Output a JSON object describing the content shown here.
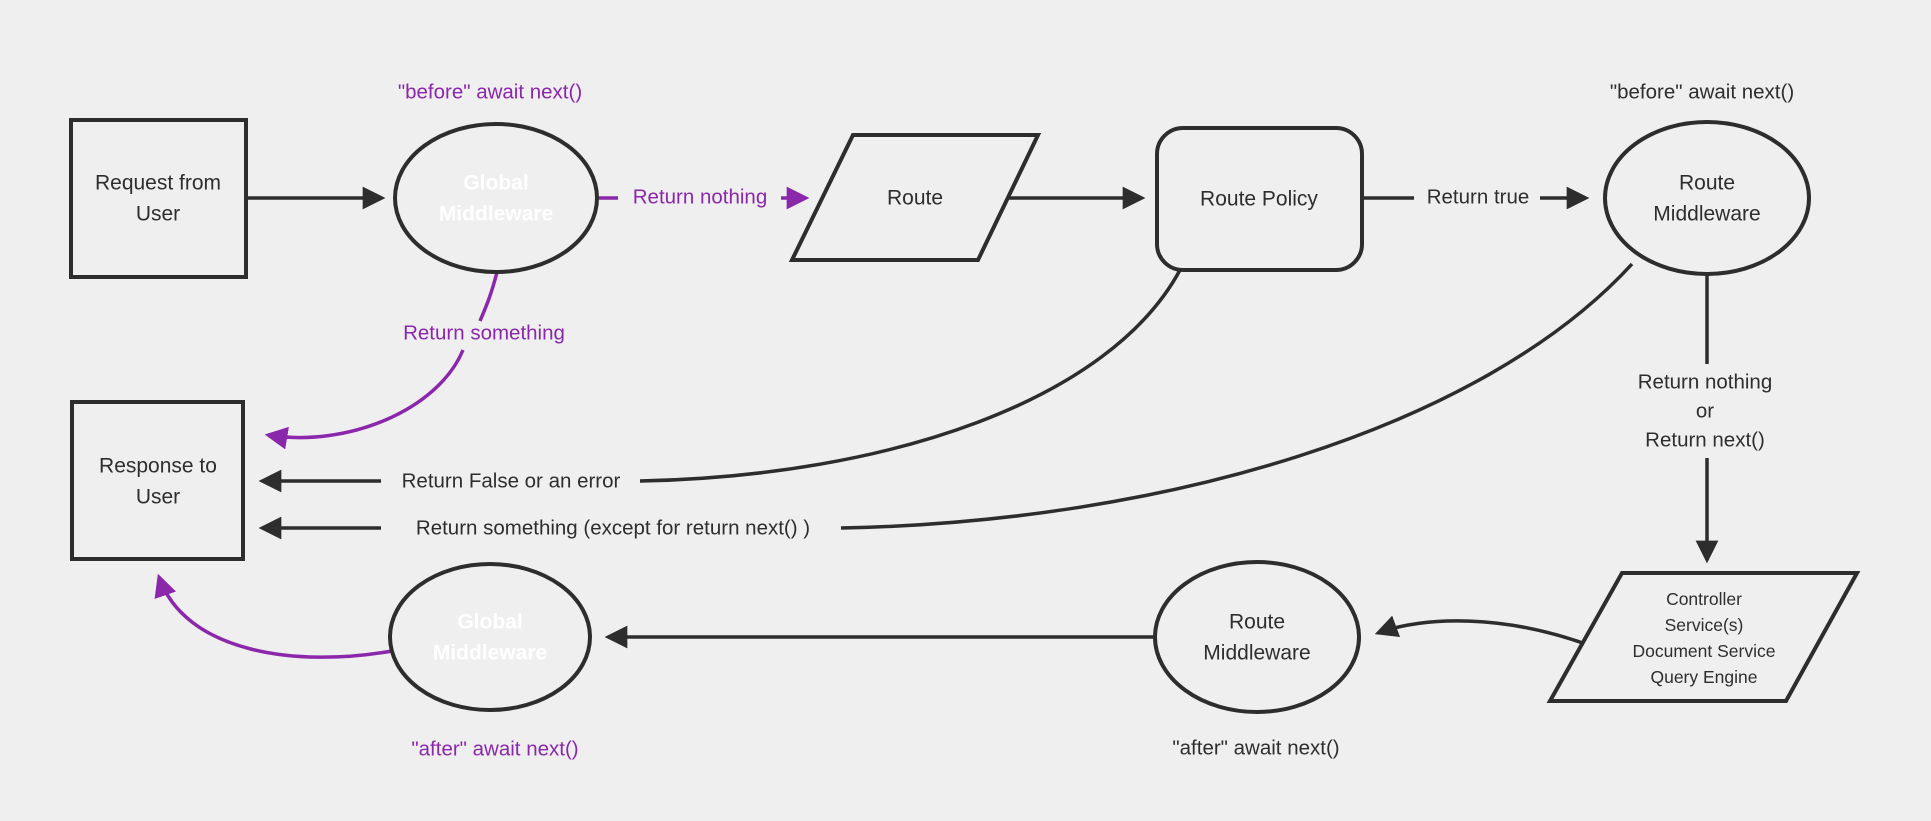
{
  "colors": {
    "background": "#efefef",
    "line": "#2d2d2d",
    "purple_fill": "#7d219e",
    "purple_accent": "#8b27ab",
    "text_dark": "#2e2e2e",
    "text_white": "#ffffff"
  },
  "nodes": {
    "request": {
      "line1": "Request from",
      "line2": "User"
    },
    "global_middleware_top": {
      "line1": "Global",
      "line2": "Middleware"
    },
    "route": {
      "label": "Route"
    },
    "route_policy": {
      "label": "Route Policy"
    },
    "route_middleware_top": {
      "line1": "Route",
      "line2": "Middleware"
    },
    "controller": {
      "line1": "Controller",
      "line2": "Service(s)",
      "line3": "Document Service",
      "line4": "Query Engine"
    },
    "route_middleware_bottom": {
      "line1": "Route",
      "line2": "Middleware"
    },
    "global_middleware_bottom": {
      "line1": "Global",
      "line2": "Middleware"
    },
    "response": {
      "line1": "Response to",
      "line2": "User"
    }
  },
  "labels": {
    "before_await_next_global": "\"before\" await next()",
    "before_await_next_route": "\"before\" await next()",
    "return_nothing": "Return nothing",
    "return_true": "Return true",
    "return_something": "Return something",
    "return_false_or_error": "Return False or an error",
    "return_something_except": "Return something (except for return next() )",
    "return_nothing_or_1": "Return nothing",
    "return_nothing_or_2": "or",
    "return_nothing_or_3": "Return next()",
    "after_await_next_global": "\"after\" await next()",
    "after_await_next_route": "\"after\" await next()"
  }
}
